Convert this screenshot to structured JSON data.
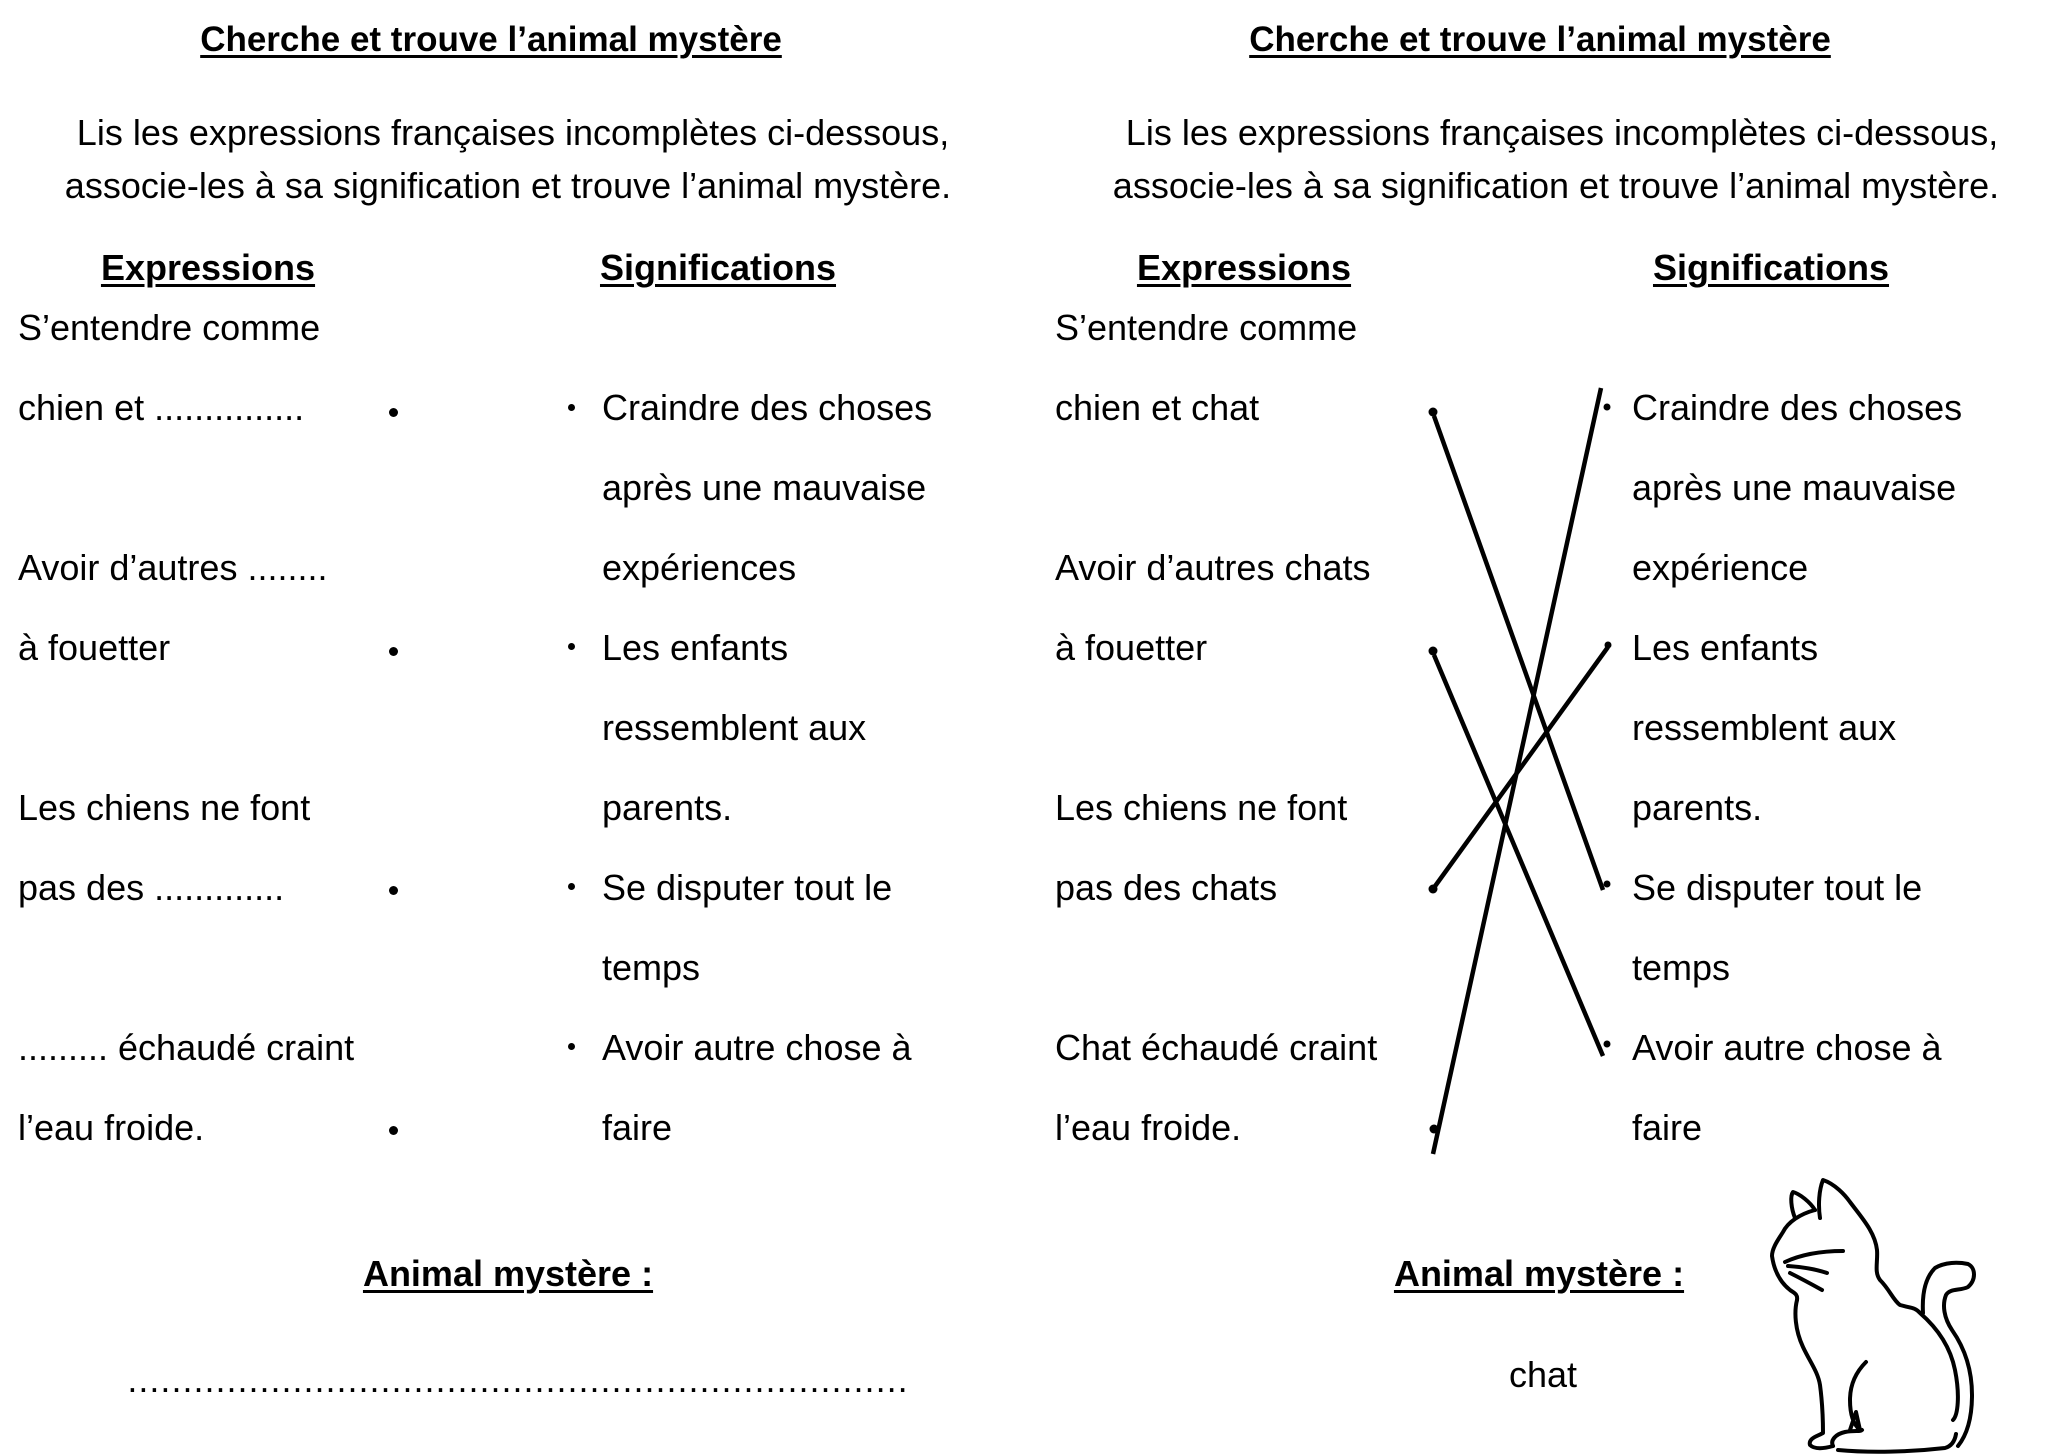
{
  "sheets": [
    {
      "title": "Cherche et trouve l’animal mystère",
      "intro": [
        "Lis les expressions françaises incomplètes ci-dessous,",
        "associe-les à sa signification et trouve l’animal mystère."
      ],
      "headers": {
        "expressions": "Expressions",
        "significations": "Significations"
      },
      "expression_lines": [
        "S’entendre comme",
        "chien et ...............",
        "Avoir d’autres ........",
        "à fouetter",
        "Les chiens ne font",
        "pas des .............",
        "......... échaudé craint",
        "l’eau froide."
      ],
      "signification_lines": [
        "Craindre des choses",
        "après une mauvaise",
        "expériences",
        "Les enfants",
        "ressemblent aux",
        "parents.",
        "Se disputer tout le",
        "temps",
        "Avoir autre chose à",
        "faire"
      ],
      "answer_label": "Animal mystère :",
      "answer_value": "......................................................................."
    },
    {
      "title": "Cherche et trouve l’animal mystère",
      "intro": [
        "Lis les expressions françaises incomplètes ci-dessous,",
        "associe-les à sa signification et trouve l’animal mystère."
      ],
      "headers": {
        "expressions": "Expressions",
        "significations": "Significations"
      },
      "expression_lines": [
        "S’entendre comme",
        "chien et chat",
        "Avoir d’autres chats",
        "à fouetter",
        "Les chiens ne font",
        "pas des chats",
        "Chat échaudé craint",
        "l’eau froide."
      ],
      "signification_lines": [
        "Craindre des choses",
        "après une mauvaise",
        "expérience",
        "Les enfants",
        "ressemblent aux",
        "parents.",
        "Se disputer tout le",
        "temps",
        "Avoir autre chose à",
        "faire"
      ],
      "answer_label": "Animal mystère :",
      "answer_value": "chat",
      "matches": [
        {
          "expression": "S’entendre comme chien et chat",
          "signification": "Se disputer tout le temps"
        },
        {
          "expression": "Avoir d’autres chats à fouetter",
          "signification": "Avoir autre chose à faire"
        },
        {
          "expression": "Les chiens ne font pas des chats",
          "signification": "Les enfants ressemblent aux parents."
        },
        {
          "expression": "Chat échaudé craint l’eau froide.",
          "signification": "Craindre des choses après une mauvaise expérience"
        }
      ],
      "illustration": "cat-outline-icon"
    }
  ]
}
